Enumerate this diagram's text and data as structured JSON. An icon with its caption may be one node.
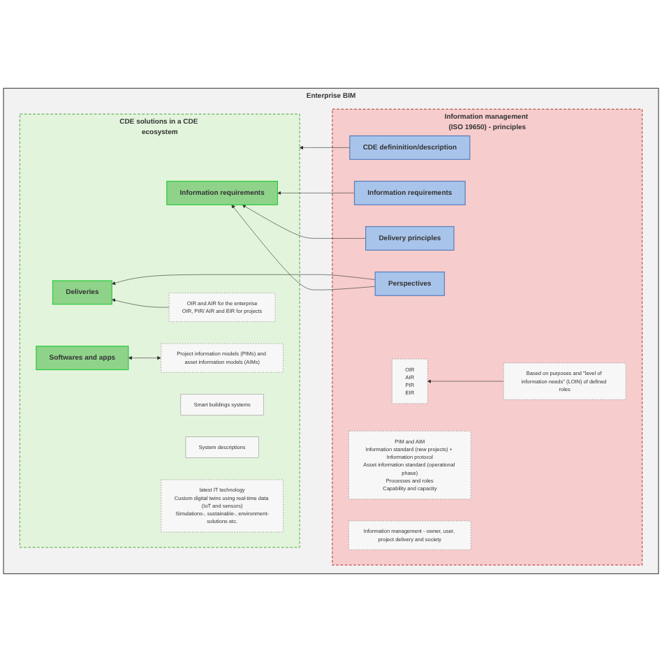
{
  "diagram": {
    "nodes": [
      {
        "text": [
          "Enterprise BIM"
        ]
      },
      {
        "text": [
          "CDE solutions in a CDE ecosystem"
        ],
        "in": 0
      },
      {
        "text": [
          "Information requirements"
        ],
        "in": 1
      },
      {
        "text": [
          "OIR and AIR for the enterprise",
          "OIR, PIR/ AIR and EIR for projects"
        ],
        "in": 1
      },
      {
        "text": [
          "Deliveries"
        ],
        "in": 1
      },
      {
        "text": [
          "Project information models (PIMs) and asset information models (AIMs)"
        ],
        "in": 1
      },
      {
        "text": [
          "Smart buildings systems"
        ],
        "in": 1
      },
      {
        "text": [
          "System descriptions"
        ],
        "in": 1
      },
      {
        "text": [
          "Softwares and apps"
        ],
        "in": 1
      },
      {
        "text": [
          "latest IT technology",
          "Custom digital twins using real-time data (IoT and sensors)",
          "Simulations-, sustainable-, environment-solutions etc."
        ],
        "in": 1
      },
      {
        "text": [
          "Information management (ISO 19650) - principles"
        ],
        "in": 0
      },
      {
        "text": [
          "CDE defininition/description"
        ],
        "in": 10
      },
      {
        "text": [
          "Information requirements"
        ],
        "in": 10
      },
      {
        "text": [
          "OIR",
          "AIR",
          "PIR",
          "EIR"
        ],
        "in": 10
      },
      {
        "text": [
          "Based on purposes and \"level of information needs\" (LOIN) of defined roles"
        ],
        "in": 10
      },
      {
        "text": [
          "Delivery principles"
        ],
        "in": 10
      },
      {
        "text": [
          "PIM and AIM",
          "Information standard (new projects) + Information protocol",
          "Asset information standard (operational phase)",
          "Processes and roles",
          "Capability and capacity"
        ],
        "in": 10
      },
      {
        "text": [
          "Perspectives"
        ],
        "in": 10
      },
      {
        "text": [
          "Information management - owner, user, project delivery and society"
        ],
        "in": 10
      }
    ],
    "edges": [
      {
        "from": 3,
        "to": 4,
        "arrow": "to"
      },
      {
        "from": 5,
        "to": 8,
        "arrow": "both"
      },
      {
        "from": 11,
        "to": 1,
        "arrow": "to"
      },
      {
        "from": 12,
        "to": 2,
        "arrow": "to"
      },
      {
        "from": 15,
        "to": 2,
        "arrow": "to"
      },
      {
        "from": 17,
        "to": 4,
        "arrow": "to"
      },
      {
        "from": 17,
        "to": 2,
        "arrow": "to"
      },
      {
        "from": 14,
        "to": 13,
        "arrow": "to"
      }
    ]
  }
}
